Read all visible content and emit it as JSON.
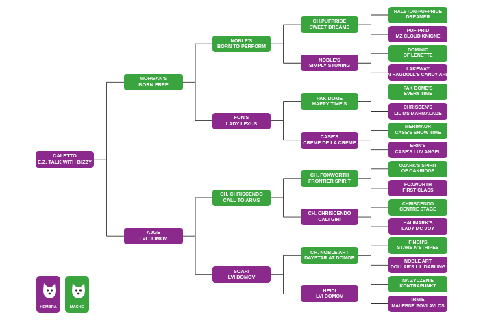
{
  "colors": {
    "hembra": "#8b2a8c",
    "macho": "#3aa43f",
    "line": "#333333"
  },
  "legend": [
    {
      "key": "female",
      "label": "HEMBRA",
      "icon": "dog-face-icon"
    },
    {
      "key": "male",
      "label": "MACHO",
      "icon": "dog-face-icon"
    }
  ],
  "pedigree": {
    "subject": {
      "lines": [
        "CALETTO",
        "E.Z. TALK WITH BIZZY"
      ],
      "sex": "female"
    },
    "parents": [
      {
        "lines": [
          "MORGAN'S",
          "BORN FREE"
        ],
        "sex": "male"
      },
      {
        "lines": [
          "AJGE",
          "LVI DOMOV"
        ],
        "sex": "female"
      }
    ],
    "grandparents": [
      {
        "lines": [
          "NOBLE'S",
          "BORN TO PERFORM"
        ],
        "sex": "male"
      },
      {
        "lines": [
          "FON'S",
          "LADY LEXUS"
        ],
        "sex": "female"
      },
      {
        "lines": [
          "CH. CHRISCENDO",
          "CALL TO ARMS"
        ],
        "sex": "male"
      },
      {
        "lines": [
          "SOARI",
          "LVI DOMOV"
        ],
        "sex": "female"
      }
    ],
    "great_grandparents": [
      {
        "lines": [
          "CH.PUFPRIDE",
          "SWEET DREAMS"
        ],
        "sex": "male"
      },
      {
        "lines": [
          "NOBLE'S",
          "SIMPLY STUNING"
        ],
        "sex": "female"
      },
      {
        "lines": [
          "PAK DOME",
          "HAPPY TIME'S"
        ],
        "sex": "male"
      },
      {
        "lines": [
          "CASE'S",
          "CREME DE LA CREME"
        ],
        "sex": "female"
      },
      {
        "lines": [
          "CH. FOXWORTH",
          "FRONTIER SPIRIT"
        ],
        "sex": "male"
      },
      {
        "lines": [
          "CH. CHRISCENDO",
          "CALI GIRl"
        ],
        "sex": "female"
      },
      {
        "lines": [
          "CH. NOBLE ART",
          "DAYSTAR AT DOMOR"
        ],
        "sex": "male"
      },
      {
        "lines": [
          "HEIDI",
          "LVI DOMOV"
        ],
        "sex": "female"
      }
    ],
    "great_great_grandparents": [
      {
        "lines": [
          "RALSTON-PUFPRIDE",
          "DREAMER"
        ],
        "sex": "male"
      },
      {
        "lines": [
          "PUF-PRID",
          "MZ CLOUD KNIGNE"
        ],
        "sex": "female"
      },
      {
        "lines": [
          "DOMINIC",
          "OF LENETTE"
        ],
        "sex": "male"
      },
      {
        "lines": [
          "LAKEWAY",
          "N RAGDOLL'S CANDY APL"
        ],
        "sex": "female"
      },
      {
        "lines": [
          "PAK DOME'S",
          "EVERY TIME"
        ],
        "sex": "male"
      },
      {
        "lines": [
          "CHRISDEN'S",
          "LIL MS MARMALADE"
        ],
        "sex": "female"
      },
      {
        "lines": [
          "MERIMAUR",
          "CASE'S SHOW TIME"
        ],
        "sex": "male"
      },
      {
        "lines": [
          "ERIN'S",
          "CASE'S LUV ANGEL"
        ],
        "sex": "female"
      },
      {
        "lines": [
          "OZARK'S SPIRIT",
          "OF OAKRIDGE"
        ],
        "sex": "male"
      },
      {
        "lines": [
          "FOXWORTH",
          "FIRST CLASS"
        ],
        "sex": "female"
      },
      {
        "lines": [
          "CHRISCENDO",
          "CENTRE STAGE"
        ],
        "sex": "male"
      },
      {
        "lines": [
          "HALIMARK'S",
          "LADY MC VOY"
        ],
        "sex": "female"
      },
      {
        "lines": [
          "FINCH'S",
          "STARS N'STRIPES"
        ],
        "sex": "male"
      },
      {
        "lines": [
          "NOBLE ART",
          "DOLLAR'S LIL DARLING"
        ],
        "sex": "female"
      },
      {
        "lines": [
          "NA ZYCZENIE",
          "KONTRAPUNKT"
        ],
        "sex": "male"
      },
      {
        "lines": [
          "IRMIE",
          "MALEBNE POVLAVI CS"
        ],
        "sex": "female"
      }
    ]
  }
}
